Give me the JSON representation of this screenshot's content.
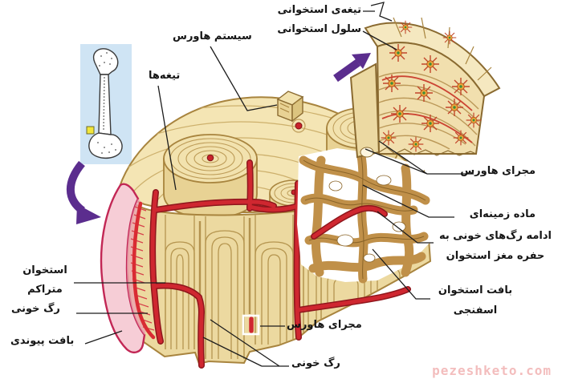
{
  "labels": {
    "bone_lamella": "تیغه‌ی استخوانی",
    "bone_cell": "سلول استخوانی",
    "haversian_system": "سیستم هاورس",
    "lamellae": "تیغه‌ها",
    "haversian_canal_right": "مجرای هاورس",
    "ground_matrix": "ماده زمینه‌ای",
    "vessels_to_marrow_line1": "ادامه رگ‌های خونی به",
    "vessels_to_marrow_line2": "حفره مغز استخوان",
    "spongy_bone_line1": "بافت استخوان",
    "spongy_bone_line2": "اسفنجی",
    "compact_bone_line1": "استخوان",
    "compact_bone_line2": "متراکم",
    "blood_vessel_left": "رگ خونی",
    "connective_tissue": "بافت پیوندی",
    "haversian_canal_bottom": "مجرای هاورس",
    "blood_vessel_bottom": "رگ خونی"
  },
  "watermark": "pezeshketo.com",
  "colors": {
    "bone_light": "#f2e2ae",
    "bone_mid": "#ecd9a0",
    "bone_outline": "#a8843e",
    "spongy_bone": "#c09049",
    "blood_vessel": "#c8232b",
    "periosteum_light": "#f6cdd6",
    "periosteum_dark": "#c22755",
    "arrow_purple": "#5b2d8e",
    "inset_panel_blue": "#cfe4f4",
    "osteocyte_orange": "#efa43a",
    "label_text": "#151515",
    "watermark_pink": "#f3bdbd"
  }
}
